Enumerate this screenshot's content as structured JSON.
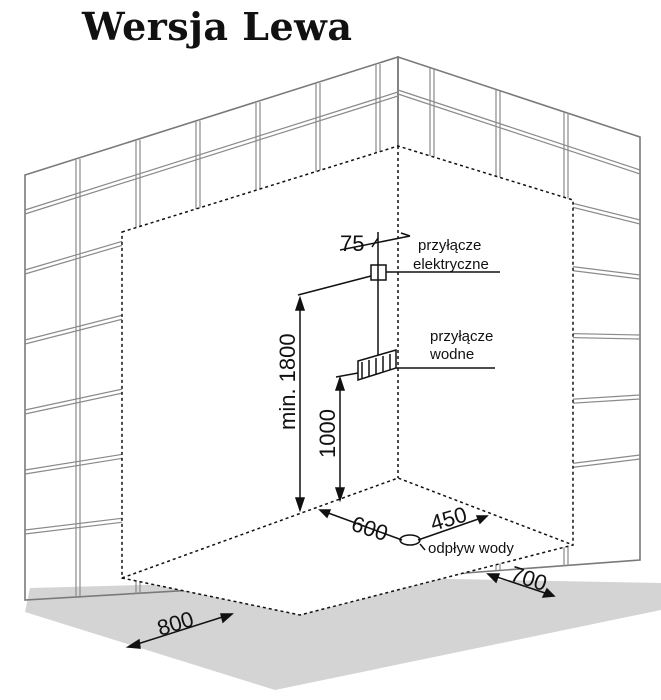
{
  "title": "Wersja Lewa",
  "labels": {
    "electrical_line1": "przyłącze",
    "electrical_line2": "elektryczne",
    "water_line1": "przyłącze",
    "water_line2": "wodne",
    "drain": "odpływ wody"
  },
  "dimensions": {
    "offset_top": "75",
    "electrical_height": "min. 1800",
    "water_height": "1000",
    "drain_left": "600",
    "drain_right": "450",
    "width_left": "800",
    "width_right": "700"
  },
  "colors": {
    "floor": "#d4d4d4",
    "wall_line": "#7a7a7a",
    "ink": "#111111"
  }
}
